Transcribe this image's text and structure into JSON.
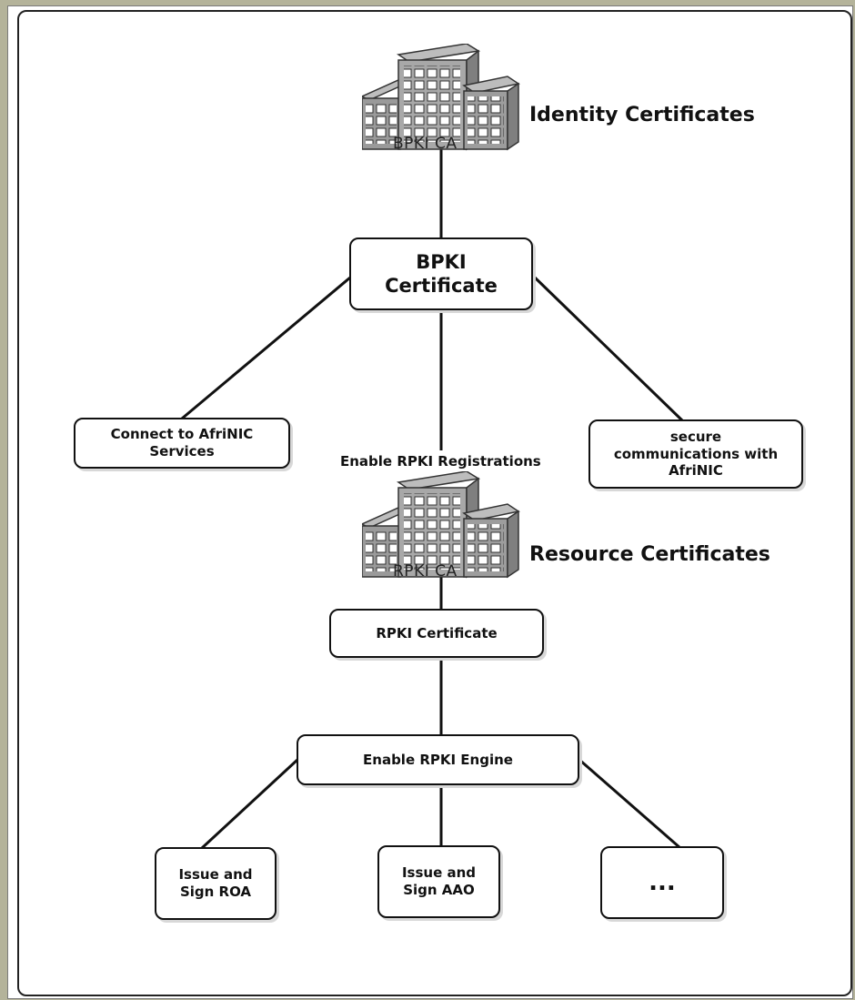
{
  "diagram": {
    "bpki_ca_label": "BPKI CA",
    "identity_certificates": "Identity Certificates",
    "bpki_certificate": "BPKI\nCertificate",
    "connect_services": "Connect to AfriNIC\nServices",
    "enable_rpki_registrations": "Enable RPKI Registrations",
    "secure_communications": "secure\ncommunications with\nAfriNIC",
    "rpki_ca_label": "RPKI CA",
    "resource_certificates": "Resource Certificates",
    "rpki_certificate": "RPKI Certificate",
    "enable_rpki_engine": "Enable RPKI Engine",
    "issue_sign_roa": "Issue and\nSign ROA",
    "issue_sign_aao": "Issue and\nSign AAO",
    "more": "..."
  }
}
